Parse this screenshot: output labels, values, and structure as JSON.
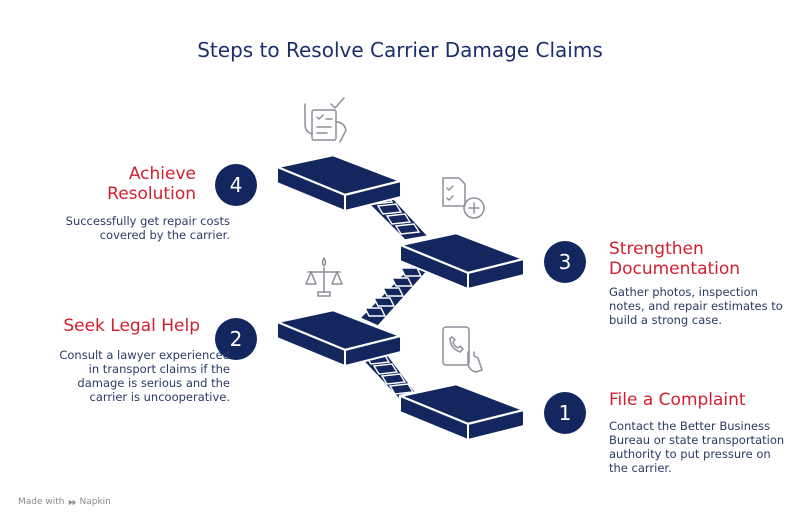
{
  "title": "Steps to Resolve Carrier Damage Claims",
  "steps": [
    {
      "number": "1",
      "title": "File a Complaint",
      "description": "Contact the Better Business Bureau or state transportation authority to put pressure on the carrier.",
      "icon": "phone-touch-icon"
    },
    {
      "number": "2",
      "title": "Seek Legal Help",
      "description": "Consult a lawyer experienced in transport claims if the damage is serious and the carrier is uncooperative.",
      "icon": "scales-of-justice-icon"
    },
    {
      "number": "3",
      "title": "Strengthen Documentation",
      "description": "Gather photos, inspection notes, and repair estimates to build a strong case.",
      "icon": "document-add-icon"
    },
    {
      "number": "4",
      "title": "Achieve Resolution",
      "description": "Successfully get repair costs covered by the carrier.",
      "icon": "hand-checklist-icon"
    }
  ],
  "footer": {
    "made_with": "Made with",
    "brand": "Napkin"
  },
  "colors": {
    "navy": "#13275e",
    "accent_red": "#d0202f",
    "text": "#2b3a66"
  }
}
